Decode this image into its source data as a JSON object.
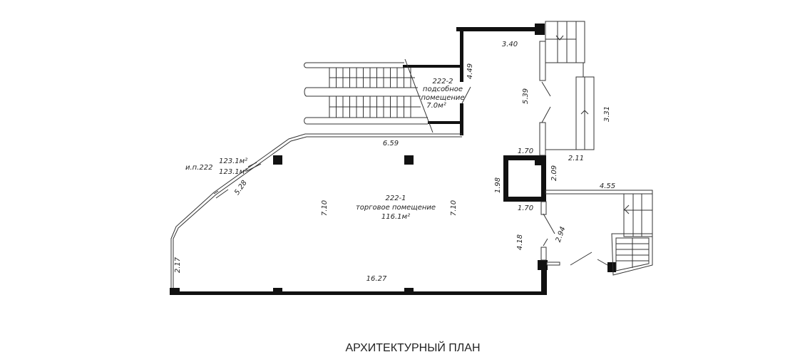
{
  "plan": {
    "title": "АРХИТЕКТУРНЫЙ ПЛАН",
    "unit_label": "и.п.222",
    "unit_area_1": "123.1м²",
    "unit_area_2": "123.1м²",
    "rooms": [
      {
        "number": "222-1",
        "name": "торговое помещение",
        "area": "116.1м²"
      },
      {
        "number": "222-2",
        "name_line1": "подсобное",
        "name_line2": "помещение",
        "area": "7.0м²"
      }
    ],
    "dimensions": {
      "top_main": "6.59",
      "bottom_main": "16.27",
      "left_diag": "5.28",
      "left_short": "2.17",
      "mid_height_left": "7.10",
      "mid_height_right": "7.10",
      "utility_height": "4.49",
      "corridor_top": "3.40",
      "corridor_height": "5.39",
      "stair_height": "3.31",
      "shaft_top": "1.70",
      "shaft_bottom": "1.70",
      "shaft_left": "1.98",
      "shaft_right": "2.09",
      "stair_width": "2.11",
      "landing_length": "4.55",
      "door_diag": "2.94",
      "right_lower": "4.18"
    }
  },
  "colors": {
    "wall": "#111111",
    "line": "#333333",
    "background": "#ffffff"
  }
}
